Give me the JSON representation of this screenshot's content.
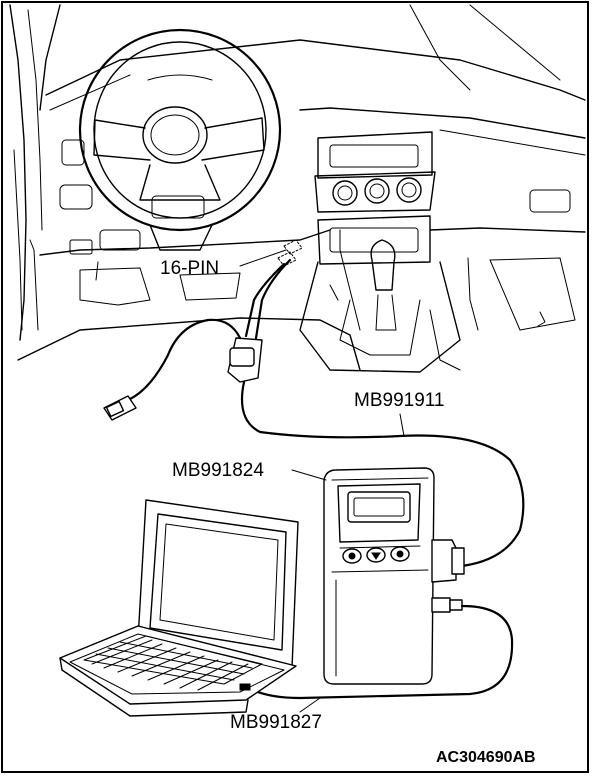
{
  "labels": {
    "connector": "16-PIN",
    "cable_usb": "MB991911",
    "vci_unit": "MB991824",
    "cable_laptop": "MB991827",
    "figure_code": "AC304690AB"
  }
}
